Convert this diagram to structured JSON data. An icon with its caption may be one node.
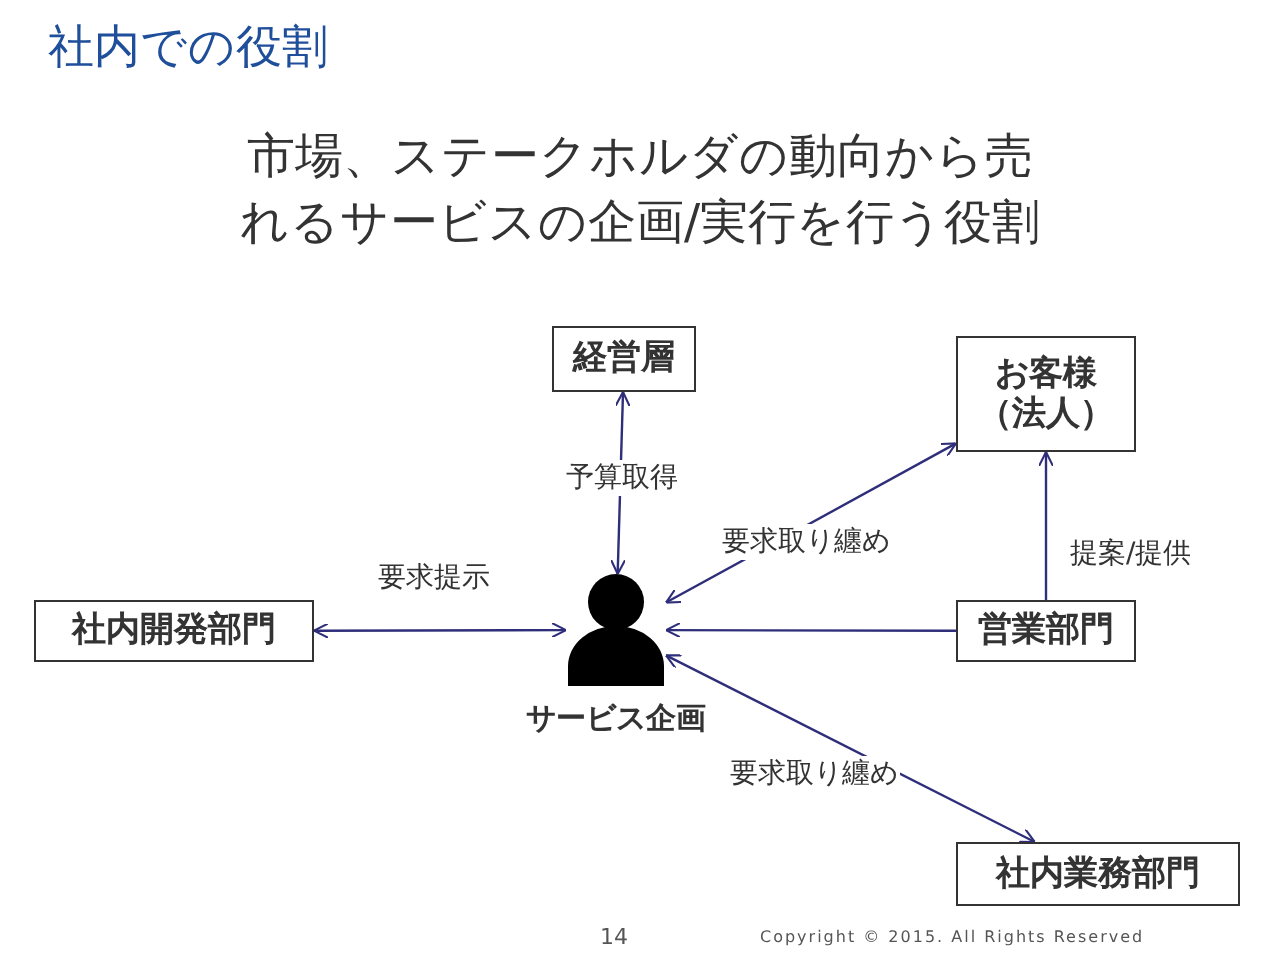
{
  "diagram": {
    "title": "社内での役割",
    "nodes": [
      {
        "text": [
          "経営層"
        ]
      },
      {
        "text": [
          "お客様（法人）"
        ]
      },
      {
        "text": [
          "社内開発部門"
        ]
      },
      {
        "text": [],
        "shape": "person",
        "beside": [
          "サービス企画"
        ]
      },
      {
        "text": [
          "営業部門"
        ]
      },
      {
        "text": [
          "社内業務部門"
        ]
      }
    ],
    "edges": [
      {
        "from": 0,
        "to": 3,
        "arrow": "both",
        "label": "予算取得"
      },
      {
        "from": 2,
        "to": 3,
        "arrow": "both",
        "label": "要求提示"
      },
      {
        "from": 3,
        "to": 1,
        "arrow": "both",
        "label": "要求取り纏め"
      },
      {
        "from": 4,
        "to": 3,
        "arrow": "to"
      },
      {
        "from": 4,
        "to": 1,
        "arrow": "to",
        "label": "提案/提供"
      },
      {
        "from": 3,
        "to": 5,
        "arrow": "both",
        "label": "要求取り纏め"
      }
    ],
    "labels": [
      "市場、ステークホルダの動向から売れるサービスの企画/実行を行う役割",
      "14",
      "Copyright © 2015. All Rights Reserved"
    ]
  }
}
